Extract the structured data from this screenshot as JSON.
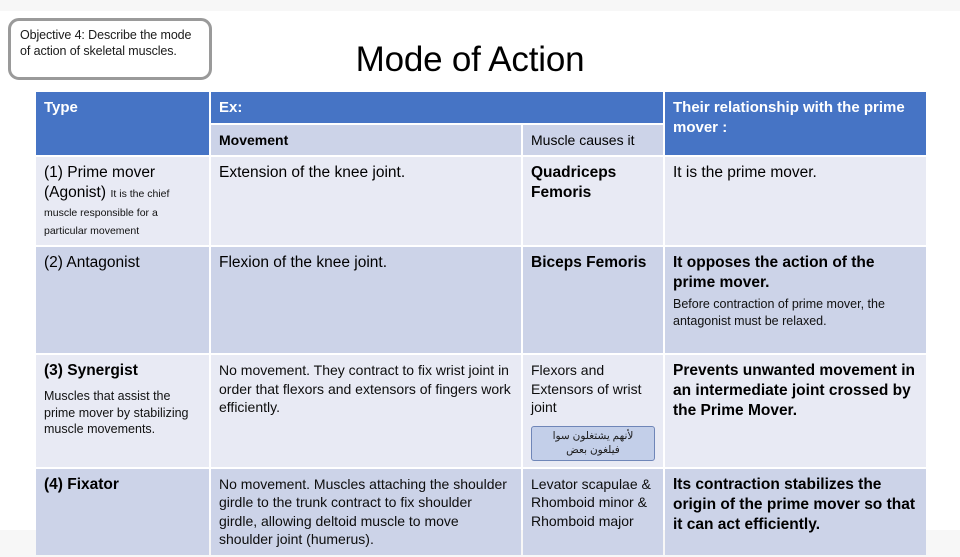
{
  "slide": {
    "title": "Mode of Action",
    "objective_callout": "Objective 4: Describe the mode of action of skeletal muscles."
  },
  "table": {
    "headers": {
      "type": "Type",
      "ex": "Ex:",
      "relationship": "Their relationship with the prime mover :",
      "movement": "Movement",
      "muscle": "Muscle causes it"
    },
    "rows": [
      {
        "type_main": "(1) Prime mover (Agonist)",
        "type_note": "It is the chief muscle responsible for a particular movement",
        "movement": "Extension of the knee joint.",
        "muscle": "Quadriceps Femoris",
        "relationship": "It is the prime mover.",
        "relationship_note": ""
      },
      {
        "type_main": "(2) Antagonist",
        "type_note": "",
        "movement": "Flexion of the knee joint.",
        "muscle": "Biceps Femoris",
        "relationship": "It opposes the action of the prime mover.",
        "relationship_note": "Before contraction of prime mover, the antagonist must be relaxed."
      },
      {
        "type_main": "(3) Synergist",
        "type_note": "Muscles that assist the prime mover by stabilizing muscle movements.",
        "movement": "No movement. They contract to fix wrist joint in order that flexors and extensors of fingers work efficiently.",
        "muscle": "Flexors and Extensors of wrist joint",
        "muscle_arabic_note": "لأنهم يشتغلون سوا فيلغون بعض",
        "relationship": "Prevents unwanted movement in an intermediate joint crossed by the Prime Mover.",
        "relationship_note": ""
      },
      {
        "type_main": "(4) Fixator",
        "type_note": "",
        "movement": "No movement. Muscles attaching the shoulder girdle to the trunk contract to fix shoulder girdle, allowing  deltoid muscle to move shoulder joint (humerus).",
        "muscle": "Levator scapulae & Rhomboid minor & Rhomboid major",
        "relationship": "Its contraction  stabilizes the origin of the prime mover so that it can act efficiently.",
        "relationship_note": ""
      }
    ]
  },
  "colors": {
    "header_blue": "#4674c5",
    "row_light": "#e8eaf4",
    "row_dark": "#ccd3e8",
    "slide_bg": "#ffffff",
    "page_bg": "#f7f7f7"
  }
}
